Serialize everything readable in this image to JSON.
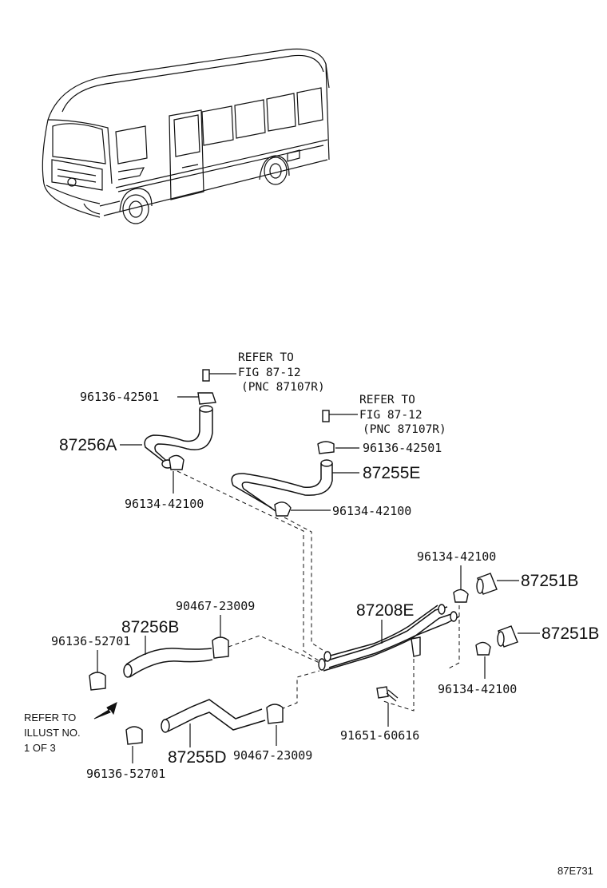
{
  "labels": {
    "refer_top_1": "REFER TO",
    "refer_top_2": "FIG 87-12",
    "refer_top_3": "(PNC 87107R)",
    "refer_mid_1": "REFER TO",
    "refer_mid_2": "FIG 87-12",
    "refer_mid_3": "(PNC 87107R)",
    "p_96136_42501_a": "96136-42501",
    "p_87256A": "87256A",
    "p_96134_42100_a": "96134-42100",
    "p_96136_42501_b": "96136-42501",
    "p_87255E": "87255E",
    "p_96134_42100_b": "96134-42100",
    "p_96134_42100_c": "96134-42100",
    "p_87251B_a": "87251B",
    "p_87208E": "87208E",
    "p_87251B_b": "87251B",
    "p_90467_23009_a": "90467-23009",
    "p_87256B": "87256B",
    "p_96136_52701_a": "96136-52701",
    "p_96134_42100_d": "96134-42100",
    "p_91651_60616": "91651-60616",
    "p_87255D": "87255D",
    "p_90467_23009_b": "90467-23009",
    "p_96136_52701_b": "96136-52701",
    "refer_illust_1": "REFER TO",
    "refer_illust_2": "ILLUST NO.",
    "refer_illust_3": "1 OF 3",
    "figure_code": "87E731"
  }
}
